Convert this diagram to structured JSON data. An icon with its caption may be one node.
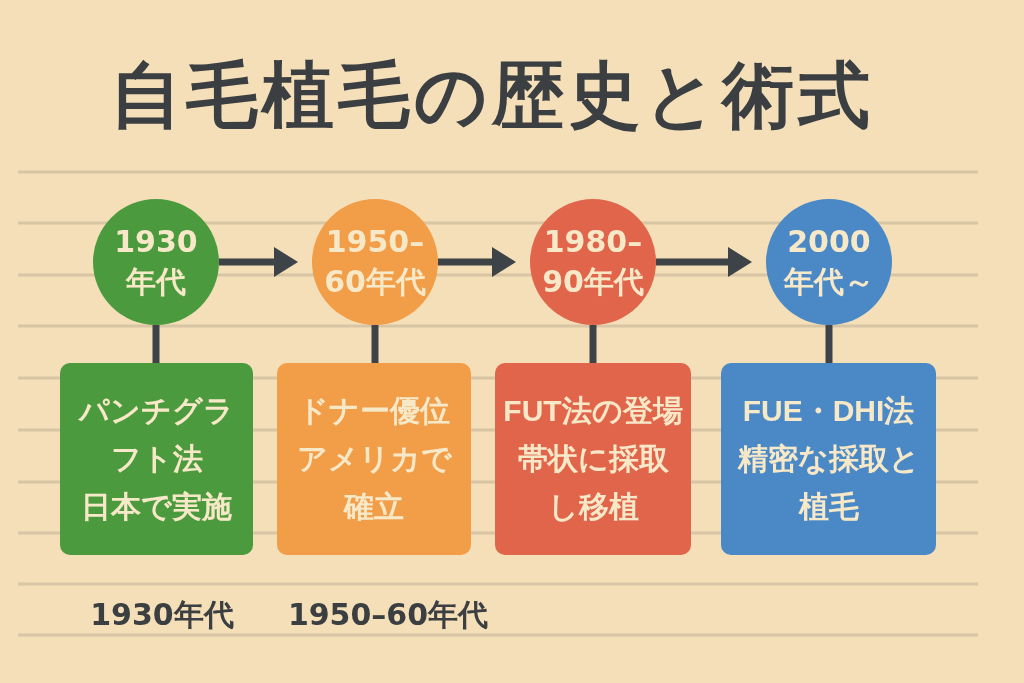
{
  "diagram": {
    "title": "自毛植毛の歴史と術式",
    "nodes": [
      {
        "text": [
          "1930年代"
        ]
      },
      {
        "text": [
          "1950–60年代"
        ]
      },
      {
        "text": [
          "1980–90年代"
        ]
      },
      {
        "text": [
          "2000年代～"
        ]
      },
      {
        "text": [
          "パンチグラフト法",
          "日本で実施"
        ]
      },
      {
        "text": [
          "ドナー優位",
          "アメリカで確立"
        ]
      },
      {
        "text": [
          "FUT法の登場",
          "帯状に採取し移植"
        ]
      },
      {
        "text": [
          "FUE・DHI法",
          "精密な採取と植毛"
        ]
      }
    ],
    "edges": [
      {
        "from": 0,
        "to": 1,
        "arrow": "to"
      },
      {
        "from": 1,
        "to": 2,
        "arrow": "to"
      },
      {
        "from": 2,
        "to": 3,
        "arrow": "to"
      },
      {
        "from": 0,
        "to": 4,
        "arrow": "none"
      },
      {
        "from": 1,
        "to": 5,
        "arrow": "none"
      },
      {
        "from": 2,
        "to": 6,
        "arrow": "none"
      },
      {
        "from": 3,
        "to": 7,
        "arrow": "none"
      }
    ],
    "labels": [
      "1930年代",
      "1950–60年代"
    ]
  }
}
